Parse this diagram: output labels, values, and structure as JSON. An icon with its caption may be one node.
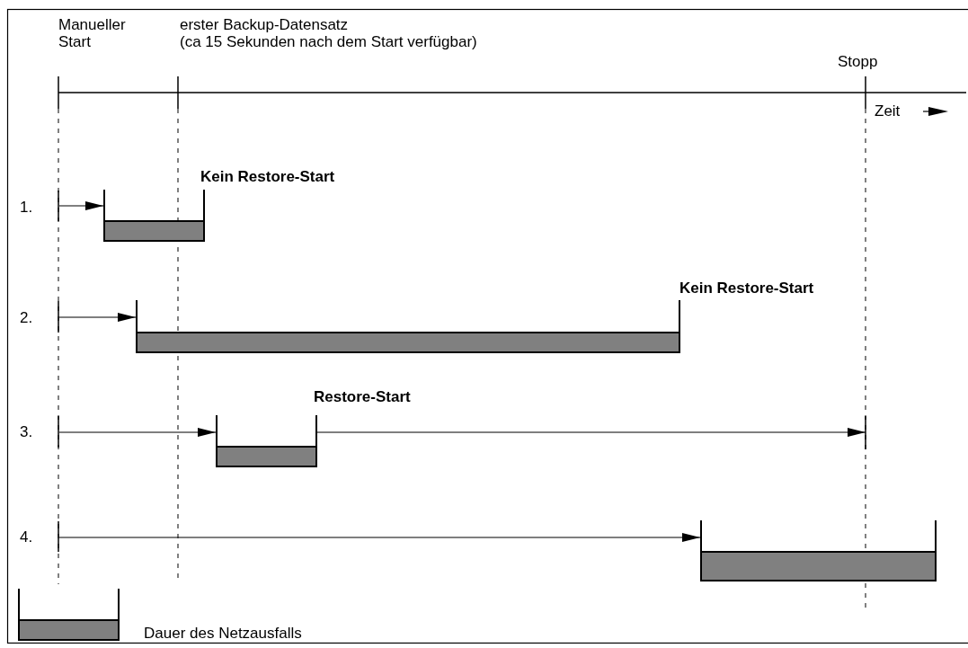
{
  "diagram": {
    "nodes": [
      {
        "text": [],
        "shape": "bar",
        "beside": [
          "Kein Restore-Start"
        ]
      },
      {
        "text": [],
        "shape": "bar",
        "beside": [
          "Kein Restore-Start"
        ]
      },
      {
        "text": [],
        "shape": "bar",
        "beside": [
          "Restore-Start"
        ]
      },
      {
        "text": [],
        "shape": "bar"
      }
    ],
    "edges": [
      {
        "from": null,
        "to": 0,
        "arrow": "to"
      },
      {
        "from": null,
        "to": 1,
        "arrow": "to"
      },
      {
        "from": null,
        "to": 2,
        "arrow": "to"
      },
      {
        "from": 2,
        "to": null,
        "arrow": "to"
      },
      {
        "from": null,
        "to": 3,
        "arrow": "to"
      }
    ],
    "labels": [
      "Manueller Start",
      "erster Backup-Datensatz",
      "(ca 15 Sekunden nach dem Start verfügbar)",
      "Stopp",
      "Zeit",
      "1.",
      "2.",
      "3.",
      "4."
    ],
    "legend": [
      {
        "text": "Dauer des Netzausfalls"
      }
    ]
  }
}
